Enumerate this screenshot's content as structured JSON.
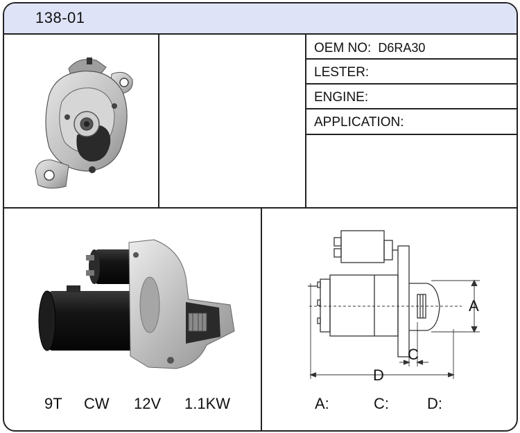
{
  "header": {
    "title": "138-01"
  },
  "specs": {
    "oem_label": "OEM NO:",
    "oem_value": "D6RA30",
    "lester_label": "LESTER:",
    "engine_label": "ENGINE:",
    "application_label": "APPLICATION:"
  },
  "ratings": {
    "teeth": "9T",
    "rotation": "CW",
    "voltage": "12V",
    "power": "1.1KW"
  },
  "dimensions": {
    "a_label": "A:",
    "c_label": "C:",
    "d_label": "D:",
    "drawing_a": "A",
    "drawing_c": "C",
    "drawing_d": "D"
  },
  "colors": {
    "header_bg": "#dfe3f7",
    "border": "#222222",
    "motor_body": "#1a1a1a",
    "housing": "#c9c9c9"
  }
}
